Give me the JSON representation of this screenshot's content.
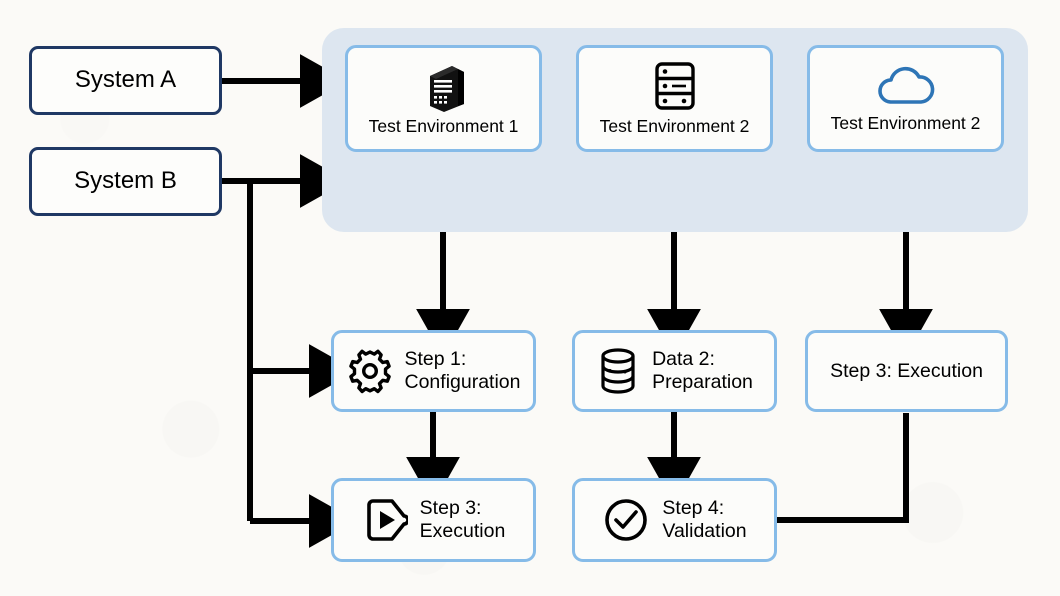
{
  "diagram": {
    "title": "Test environment and test step flow",
    "background_color": "#fbfaf7",
    "panel_color": "#dde6f0",
    "node_border_color": "#86bbe8",
    "system_border_color": "#1f3864",
    "connector_color": "#000000"
  },
  "systems": [
    {
      "label": "System A",
      "icon": "none"
    },
    {
      "label": "System B",
      "icon": "none"
    }
  ],
  "environments": [
    {
      "label": "Test Environment 1",
      "icon": "server-tower-icon"
    },
    {
      "label": "Test Environment 2",
      "icon": "server-rack-icon"
    },
    {
      "label": "Test Environment 2",
      "icon": "cloud-icon"
    }
  ],
  "steps_row_1": [
    {
      "label": "Step 1:\nConfiguration",
      "icon": "gear-icon"
    },
    {
      "label": "Data 2:\nPreparation",
      "icon": "database-icon"
    },
    {
      "label": "Step 3: Execution",
      "icon": "none"
    }
  ],
  "steps_row_2": [
    {
      "label": "Step 3:\nExecution",
      "icon": "play-button-icon"
    },
    {
      "label": "Step 4:\nValidation",
      "icon": "check-circle-icon"
    }
  ]
}
